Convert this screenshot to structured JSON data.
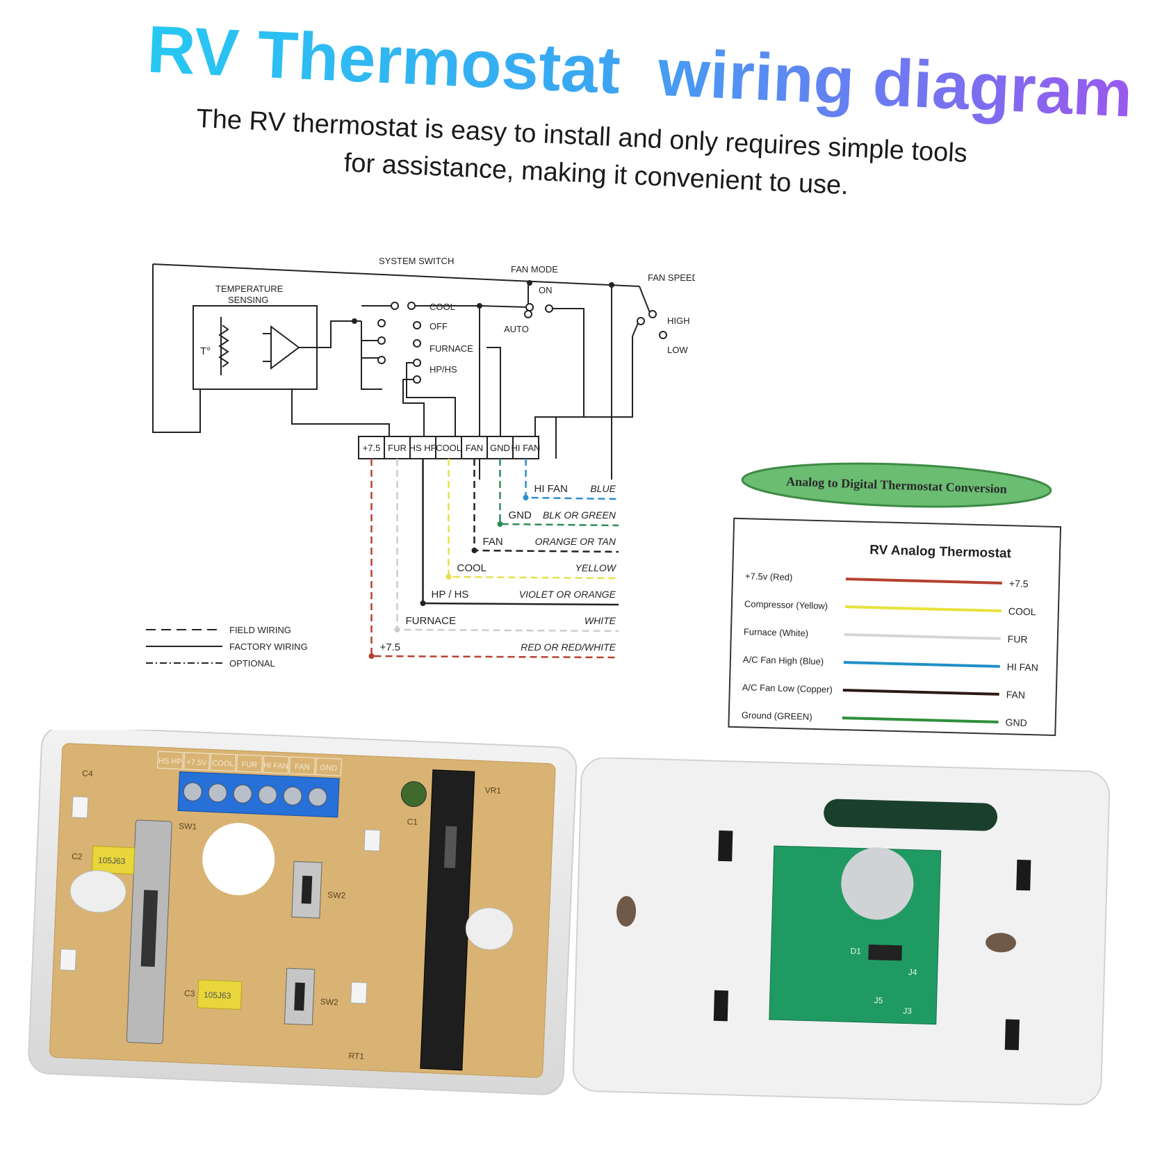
{
  "header": {
    "title_part1": "RV Thermostat",
    "title_part2": "wiring diagram",
    "subtitle_line1": "The RV thermostat is easy to install and only requires simple tools",
    "subtitle_line2": "for assistance, making it convenient to use."
  },
  "diagram": {
    "system_switch": "SYSTEM SWITCH",
    "fan_mode": "FAN MODE",
    "fan_speed": "FAN SPEED",
    "temperature_sensing_1": "TEMPERATURE",
    "temperature_sensing_2": "SENSING",
    "t_symbol": "T°",
    "on": "ON",
    "auto": "AUTO",
    "high": "HIGH",
    "low": "LOW",
    "cool": "COOL",
    "off": "OFF",
    "furnace": "FURNACE",
    "hphs": "HP/HS",
    "terminals": [
      "+7.5",
      "FUR",
      "HS HP",
      "COOL",
      "FAN",
      "GND",
      "HI FAN"
    ],
    "wires": [
      {
        "label": "HI  FAN",
        "color_name": "BLUE",
        "hex": "#2a8fd0"
      },
      {
        "label": "GND",
        "color_name": "BLK OR GREEN",
        "hex": "#2e8b57"
      },
      {
        "label": "FAN",
        "color_name": "ORANGE OR TAN",
        "hex": "#222222"
      },
      {
        "label": "COOL",
        "color_name": "YELLOW",
        "hex": "#e6e04a"
      },
      {
        "label": "HP / HS",
        "color_name": "VIOLET OR ORANGE",
        "hex": "#222222"
      },
      {
        "label": "FURNACE",
        "color_name": "WHITE",
        "hex": "#cccccc"
      },
      {
        "label": "+7.5",
        "color_name": "RED OR RED/WHITE",
        "hex": "#b5402f"
      }
    ],
    "legend": [
      "FIELD WIRING",
      "FACTORY WIRING",
      "OPTIONAL"
    ]
  },
  "conversion": {
    "badge": "Analog to Digital Thermostat Conversion",
    "card_title": "RV Analog Thermostat",
    "rows": [
      {
        "left": "+7.5v (Red)",
        "right": "+7.5",
        "hex": "#b5402f"
      },
      {
        "left": "Compressor (Yellow)",
        "right": "COOL",
        "hex": "#e8e23c"
      },
      {
        "left": "Furnace (White)",
        "right": "FUR",
        "hex": "#d6d6d6"
      },
      {
        "left": "A/C Fan High (Blue)",
        "right": "HI FAN",
        "hex": "#1f8fc8"
      },
      {
        "left": "A/C Fan Low (Copper)",
        "right": "FAN",
        "hex": "#2b1a14"
      },
      {
        "left": "Ground (GREEN)",
        "right": "GND",
        "hex": "#2f8f3a"
      }
    ]
  },
  "pcb_left": {
    "silk_labels": [
      "HS HP",
      "+7.5V",
      "COOL",
      "FUR",
      "HI FAN",
      "FAN",
      "GND"
    ],
    "components": [
      "C4",
      "C2",
      "SW1",
      "SW2",
      "SW2",
      "C3",
      "C1",
      "VR1",
      "RT1"
    ],
    "cap_text_1": "105J63",
    "cap_text_2": "105J63"
  },
  "pcb_right": {
    "components": [
      "D1",
      "J4",
      "J5",
      "J3"
    ]
  },
  "colors": {
    "title_cyan": "#2ec6f0",
    "title_purple": "#8a5cf0",
    "pcb_tan": "#d9b373",
    "pcb_green": "#1f9a63",
    "terminal_blue": "#2670d8"
  }
}
